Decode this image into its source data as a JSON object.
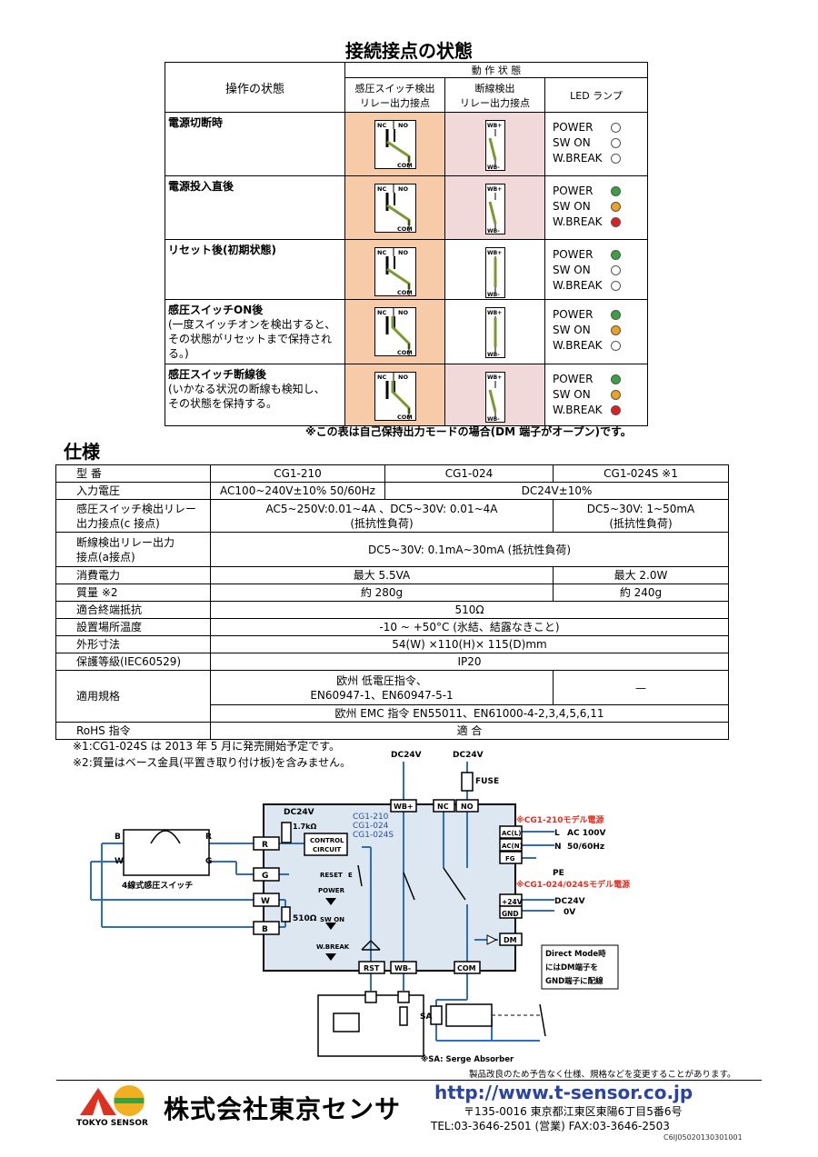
{
  "title": "接続接点の状態",
  "conn_table": {
    "header_operation": "操作の状態",
    "header_action": "動 作 状 態",
    "col_relay_line1": "感圧スイッチ検出",
    "col_relay_line2": "リレー出力接点",
    "col_wb_line1": "断線検出",
    "col_wb_line2": "リレー出力接点",
    "col_led": "LED ランプ",
    "led_labels": [
      "POWER",
      "SW ON",
      "W.BREAK"
    ],
    "rows": [
      {
        "name": "電源切断時",
        "sub": [
          "",
          "",
          ""
        ],
        "leds": [
          "#ffffff",
          "#ffffff",
          "#ffffff"
        ],
        "wb_shaded": true
      },
      {
        "name": "電源投入直後",
        "sub": [
          "",
          "",
          ""
        ],
        "leds": [
          "#3aa040",
          "#f0a020",
          "#e02020"
        ],
        "wb_shaded": true
      },
      {
        "name": "リセット後(初期状態)",
        "sub": [
          "",
          "",
          ""
        ],
        "leds": [
          "#3aa040",
          "#ffffff",
          "#ffffff"
        ],
        "wb_shaded": false
      },
      {
        "name": "感圧スイッチON後",
        "sub": [
          "(一度スイッチオンを検出すると、",
          "その状態がリセットまで保持され",
          "る。)"
        ],
        "leds": [
          "#3aa040",
          "#f0a020",
          "#ffffff"
        ],
        "wb_shaded": false
      },
      {
        "name": "感圧スイッチ断線後",
        "sub": [
          "(いかなる状況の断線も検知し、",
          "その状態を保持する。",
          ""
        ],
        "leds": [
          "#3aa040",
          "#f0a020",
          "#e02020"
        ],
        "wb_shaded": true
      }
    ],
    "contact_labels": {
      "nc": "NC",
      "no": "NO",
      "com": "COM",
      "wbp": "WB+",
      "wbm": "WB-"
    },
    "note": "※この表は自己保持出力モードの場合(DM 端子がオープン)です。"
  },
  "spec_title": "仕様",
  "spec": {
    "model_label": "型  番",
    "models": [
      "CG1-210",
      "CG1-024",
      "CG1-024S  ※1"
    ],
    "input_label": "入力電圧",
    "input_210": "AC100~240V±10% 50/60Hz",
    "input_024": "DC24V±10%",
    "relay_label_1": "感圧スイッチ検出リレー",
    "relay_label_2": "出力接点(c 接点)",
    "relay_val_1": "AC5~250V:0.01~4A 、DC5~30V: 0.01~4A",
    "relay_val_2": "(抵抗性負荷)",
    "relay_s_1": "DC5~30V: 1~50mA",
    "relay_s_2": "(抵抗性負荷)",
    "wb_label_1": "断線検出リレー出力",
    "wb_label_2": "接点(a接点)",
    "wb_val": "DC5~30V: 0.1mA~30mA (抵抗性負荷)",
    "power_label": "消費電力",
    "power_210": "最大 5.5VA",
    "power_024": "最大 2.0W",
    "mass_label": "質量  ※2",
    "mass_210": "約 280g",
    "mass_024": "約 240g",
    "term_label": "適合終端抵抗",
    "term_val": "510Ω",
    "temp_label": "設置場所温度",
    "temp_val": "-10 ~ +50°C (氷結、結露なきこと)",
    "dim_label": "外形寸法",
    "dim_val": "54(W) ×110(H)× 115(D)mm",
    "ip_label": "保護等級(IEC60529)",
    "ip_val": "IP20",
    "std_label": "適用規格",
    "std_lv_1": "欧州 低電圧指令、",
    "std_lv_2": "EN60947-1、EN60947-5-1",
    "std_dash": "—",
    "std_emc": "欧州 EMC 指令 EN55011、EN61000-4-2,3,4,5,6,11",
    "rohs_label": "RoHS 指令",
    "rohs_val": "適   合"
  },
  "spec_notes": [
    "※1:CG1-024S は 2013 年 5 月に発売開始予定です。",
    "※2:質量はベース金具(平置き取り付け板)を含みません。"
  ],
  "diagram": {
    "dc24v_a": "DC24V",
    "dc24v_b": "DC24V",
    "fuse": "FUSE",
    "wbp": "WB+",
    "nc": "NC",
    "no": "NO",
    "dc24v_c": "DC24V",
    "r17k": "1.7kΩ",
    "models": [
      "CG1-210",
      "CG1-024",
      "CG1-024S"
    ],
    "control_1": "CONTROL",
    "control_2": "CIRCUIT",
    "reset": "RESET",
    "power": "POWER",
    "swon": "SW ON",
    "wbreak": "W.BREAK",
    "r510": "510Ω",
    "sensor_name": "4線式感圧スイッチ",
    "term_r": "R",
    "term_g": "G",
    "term_w": "W",
    "term_b": "B",
    "out_b": "B",
    "out_w": "W",
    "out_r": "R",
    "out_g": "G",
    "ac_l": "AC(L)",
    "ac_n": "AC(N)",
    "fg": "FG",
    "model210_power": "※CG1-210モデル電源",
    "l": "L",
    "n": "N",
    "ac100": "AC 100V",
    "hz": "50/60Hz",
    "pe": "PE",
    "model024_power": "※CG1-024/024Sモデル電源",
    "p24": "+24V",
    "gnd": "GND",
    "dc24v_d": "DC24V",
    "v0": "0V",
    "dm": "DM",
    "direct_1": "Direct Mode時",
    "direct_2": "にはDM端子を",
    "direct_3": "GND端子に配線",
    "rst": "RST",
    "wbm": "WB-",
    "com": "COM",
    "sa": "SA",
    "sa_note": "※SA: Serge Absorber",
    "e": "E"
  },
  "footer": {
    "disclaimer": "製品改良のため予告なく仕様、規格などを変更することがあります。",
    "company": "株式会社東京センサ",
    "brand": "TOKYO SENSOR",
    "url": "http://www.t-sensor.co.jp",
    "address": "〒135-0016 東京都江東区東陽6丁目5番6号",
    "tel": "TEL:03-3646-2501 (営業) FAX:03-3646-2503",
    "code": "C6IJ05020130301001"
  },
  "colors": {
    "relay_bg": "#f7cba7",
    "wb_bg": "#f2d9d9",
    "wire": "#2e6fb5",
    "red_note": "#e03020",
    "diagram_bg": "#dde7f2",
    "url": "#2a44a0"
  }
}
